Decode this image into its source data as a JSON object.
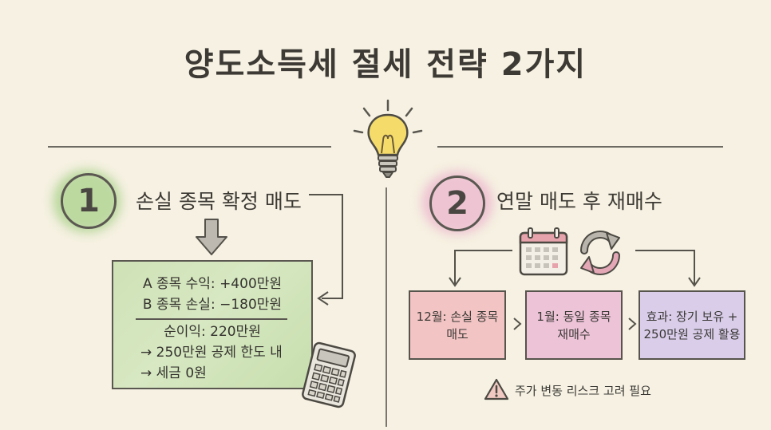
{
  "title": "양도소득세 절세 전략 2가지",
  "strategy1": {
    "number": "1",
    "heading": "손실 종목 확정 매도",
    "lines": {
      "a": "A 종목 수익: +400만원",
      "b": "B 종목 손실: −180만원",
      "net": "순이익: 220만원",
      "deduction": "→ 250만원 공제 한도 내",
      "tax": "→ 세금 0원"
    },
    "colors": {
      "accent": "#bcd9a0",
      "box": "#cfe2b6"
    }
  },
  "strategy2": {
    "number": "2",
    "heading": "연말 매도 후 재매수",
    "steps": [
      {
        "text": "12월: 손실 종목\n매도",
        "color": "#f2c4c4"
      },
      {
        "text": "1월: 동일 종목\n재매수",
        "color": "#edc3d8"
      },
      {
        "text": "효과: 장기 보유 +\n250만원 공제 활용",
        "color": "#d9cdea"
      }
    ],
    "warning": "주가 변동 리스크 고려 필요",
    "colors": {
      "accent": "#eec4d2"
    }
  },
  "icons": [
    "lightbulb-icon",
    "calculator-icon",
    "calendar-icon",
    "refresh-icon",
    "warning-icon",
    "down-arrow-icon"
  ]
}
